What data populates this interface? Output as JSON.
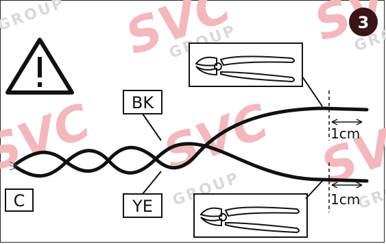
{
  "step_number": "3",
  "labels": {
    "black_wire": "BK",
    "yellow_wire": "YE",
    "common": "C"
  },
  "strip_length_top": "1cm",
  "strip_length_bottom": "1cm",
  "watermark": {
    "logo": "SVC",
    "group": "GROUP"
  },
  "icons": [
    "warning-icon",
    "wire-cutter-icon"
  ]
}
